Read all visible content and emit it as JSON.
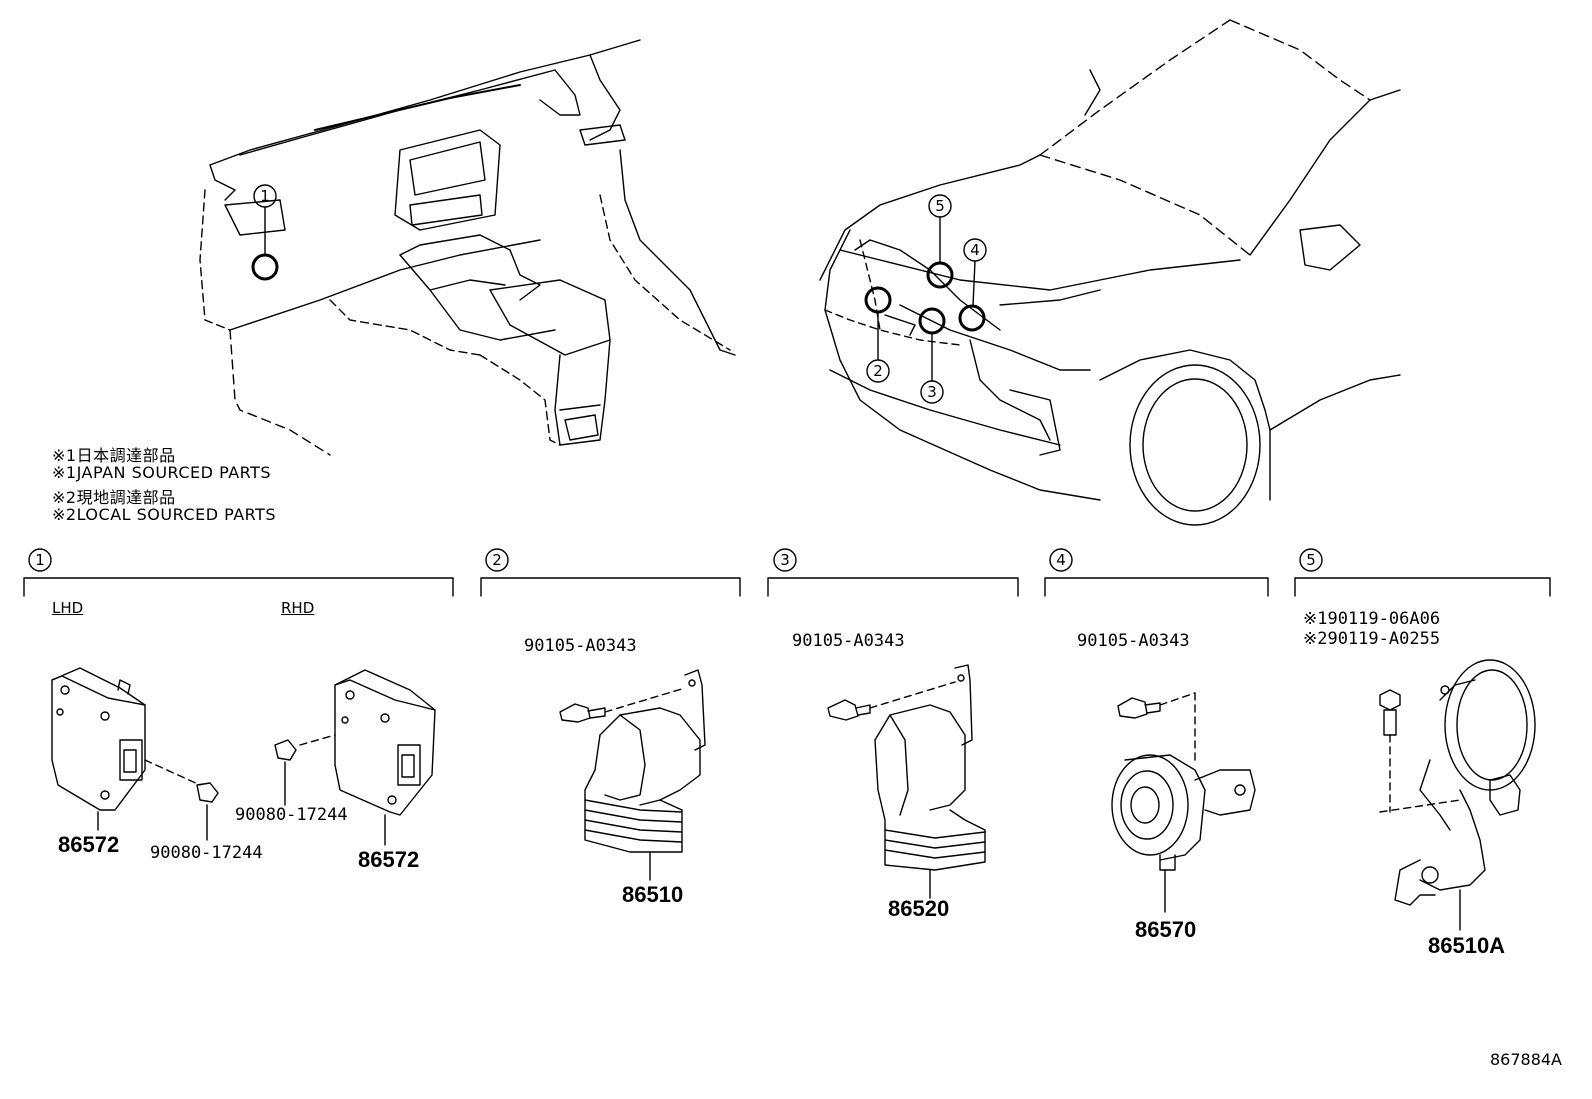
{
  "notes": [
    "※1日本調達部品",
    "※1JAPAN SOURCED PARTS",
    "※2現地調達部品",
    "※2LOCAL SOURCED PARTS"
  ],
  "callouts": [
    "1",
    "2",
    "3",
    "4",
    "5"
  ],
  "groups": {
    "g1": {
      "number": "1",
      "lhd_label": "LHD",
      "rhd_label": "RHD",
      "lhd_part": "86572",
      "lhd_nut": "90080-17244",
      "rhd_nut": "90080-17244",
      "rhd_part": "86572"
    },
    "g2": {
      "number": "2",
      "bolt": "90105-A0343",
      "part": "86510"
    },
    "g3": {
      "number": "3",
      "bolt": "90105-A0343",
      "part": "86520"
    },
    "g4": {
      "number": "4",
      "bolt": "90105-A0343",
      "part": "86570"
    },
    "g5": {
      "number": "5",
      "bolt1": "※190119-06A06",
      "bolt2": "※290119-A0255",
      "part": "86510A"
    }
  },
  "figure_id": "867884A"
}
